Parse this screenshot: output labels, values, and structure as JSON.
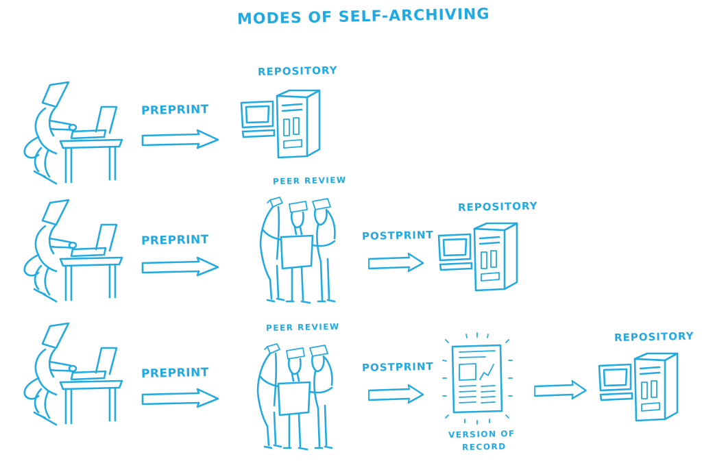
{
  "title": "Modes of Self-Archiving",
  "labels": {
    "preprint": "Preprint",
    "postprint": "Postprint",
    "peer_review": "Peer Review",
    "repository": "Repository",
    "version_of_record_line1": "Version of",
    "version_of_record_line2": "Record"
  },
  "colors": {
    "ink": "#21a9e1",
    "background": "#ffffff"
  },
  "icons": [
    "author-at-laptop-icon",
    "arrow-right-icon",
    "repository-server-icon",
    "peer-reviewers-icon",
    "published-article-icon"
  ]
}
